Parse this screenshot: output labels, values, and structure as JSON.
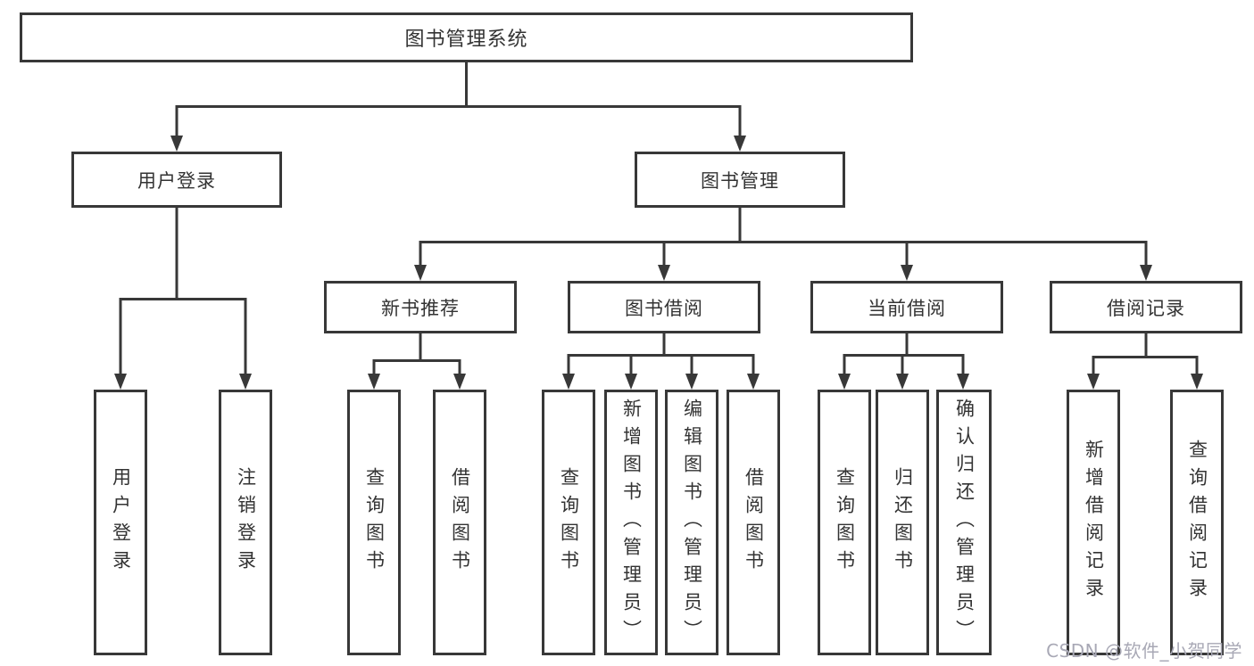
{
  "colors": {
    "line": "#383838",
    "text": "#333333",
    "watermark": "#a8a8b5",
    "background": "#ffffff"
  },
  "watermark": {
    "text": "CSDN @软件_小贺同学"
  },
  "tree": {
    "root": {
      "label": "图书管理系统"
    },
    "branches": [
      {
        "label": "用户登录",
        "children": [
          {
            "label": "用户登录"
          },
          {
            "label": "注销登录"
          }
        ]
      },
      {
        "label": "图书管理",
        "groups": [
          {
            "label": "新书推荐",
            "children": [
              {
                "label": "查询图书"
              },
              {
                "label": "借阅图书"
              }
            ]
          },
          {
            "label": "图书借阅",
            "children": [
              {
                "label": "查询图书"
              },
              {
                "label": "新增图书（管理员）"
              },
              {
                "label": "编辑图书（管理员）"
              },
              {
                "label": "借阅图书"
              }
            ]
          },
          {
            "label": "当前借阅",
            "children": [
              {
                "label": "查询图书"
              },
              {
                "label": "归还图书"
              },
              {
                "label": "确认归还（管理员）"
              }
            ]
          },
          {
            "label": "借阅记录",
            "children": [
              {
                "label": "新增借阅记录"
              },
              {
                "label": "查询借阅记录"
              }
            ]
          }
        ]
      }
    ]
  }
}
